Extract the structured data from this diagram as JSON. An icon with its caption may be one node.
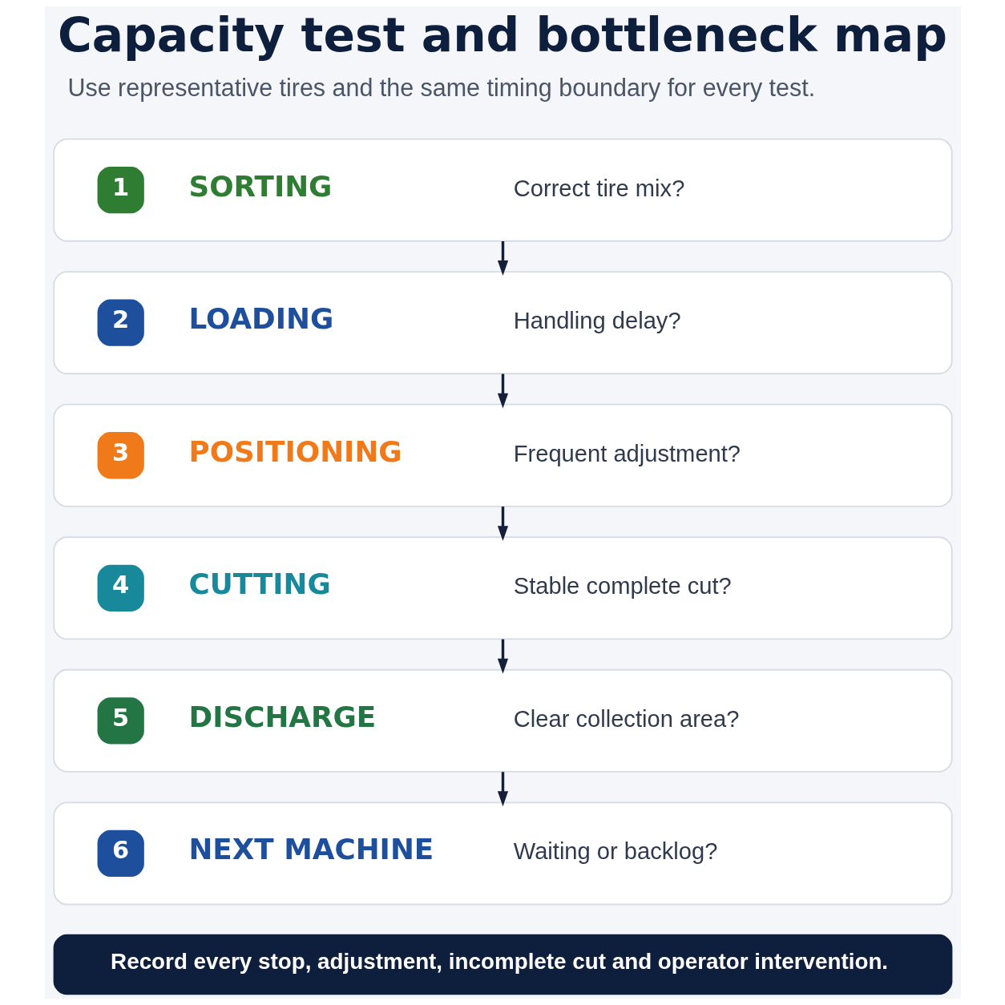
{
  "diagram": {
    "title": "Capacity test and bottleneck map",
    "nodes": [
      {
        "text": [
          "1",
          "SORTING",
          "Correct tire mix?"
        ]
      },
      {
        "text": [
          "2",
          "LOADING",
          "Handling delay?"
        ]
      },
      {
        "text": [
          "3",
          "POSITIONING",
          "Frequent adjustment?"
        ]
      },
      {
        "text": [
          "4",
          "CUTTING",
          "Stable complete cut?"
        ]
      },
      {
        "text": [
          "5",
          "DISCHARGE",
          "Clear collection area?"
        ]
      },
      {
        "text": [
          "6",
          "NEXT MACHINE",
          "Waiting or backlog?"
        ]
      },
      {
        "text": [
          "Record every stop, adjustment, incomplete cut and operator intervention."
        ]
      }
    ],
    "edges": [
      {
        "from": 0,
        "to": 1,
        "arrow": "to"
      },
      {
        "from": 1,
        "to": 2,
        "arrow": "to"
      },
      {
        "from": 2,
        "to": 3,
        "arrow": "to"
      },
      {
        "from": 3,
        "to": 4,
        "arrow": "to"
      },
      {
        "from": 4,
        "to": 5,
        "arrow": "to"
      }
    ],
    "labels": [
      "Use representative tires and the same timing boundary for every test."
    ]
  }
}
